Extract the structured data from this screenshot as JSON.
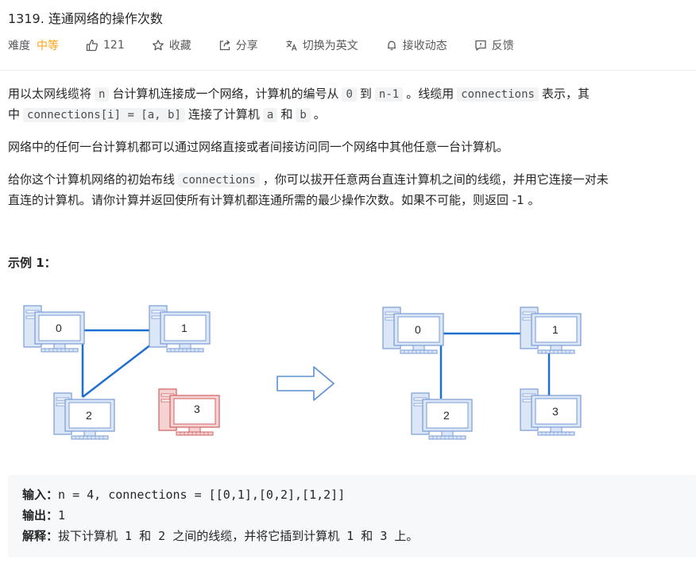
{
  "problem": {
    "title": "1319. 连通网络的操作次数"
  },
  "meta": {
    "difficulty_label": "难度",
    "difficulty_value": "中等",
    "likes": "121",
    "favorite": "收藏",
    "share": "分享",
    "translate": "切换为英文",
    "notify": "接收动态",
    "feedback": "反馈"
  },
  "colors": {
    "difficulty_medium": "#ffa116",
    "link_line": "#1f6fd0",
    "monitor_blue_fill": "#dbe6f7",
    "monitor_blue_stroke": "#7a9bd4",
    "monitor_red_fill": "#f5d3d3",
    "monitor_red_stroke": "#d06060"
  },
  "description": {
    "p1_a": "用以太网线缆将",
    "p1_n": "n",
    "p1_b": "台计算机连接成一个网络，计算机的编号从",
    "p1_zero": "0",
    "p1_to": "到",
    "p1_nm1": "n-1",
    "p1_c": "。线缆用",
    "p1_connections": "connections",
    "p1_d": "表示，其",
    "p1_e": "中",
    "p1_conn_i": "connections[i] = [a, b]",
    "p1_f": "连接了计算机",
    "p1_a_code": "a",
    "p1_and": "和",
    "p1_b_code": "b",
    "p1_end": "。",
    "p2": "网络中的任何一台计算机都可以通过网络直接或者间接访问同一个网络中其他任意一台计算机。",
    "p3_a": "给你这个计算机网络的初始布线",
    "p3_connections": "connections",
    "p3_b": "，你可以拔开任意两台直连计算机之间的线缆，并用它连接一对未",
    "p3_c": "直连的计算机。请你计算并返回使所有计算机都连通所需的最少操作次数。如果不可能，则返回 -1 。"
  },
  "example": {
    "title": "示例 1：",
    "before_labels": [
      "0",
      "1",
      "2",
      "3"
    ],
    "after_labels": [
      "0",
      "1",
      "2",
      "3"
    ],
    "input_label": "输入：",
    "input_value": "n = 4, connections = [[0,1],[0,2],[1,2]]",
    "output_label": "输出：",
    "output_value": "1",
    "explain_label": "解释：",
    "explain_value": "拔下计算机 1 和 2 之间的线缆，并将它插到计算机 1 和 3 上。"
  }
}
